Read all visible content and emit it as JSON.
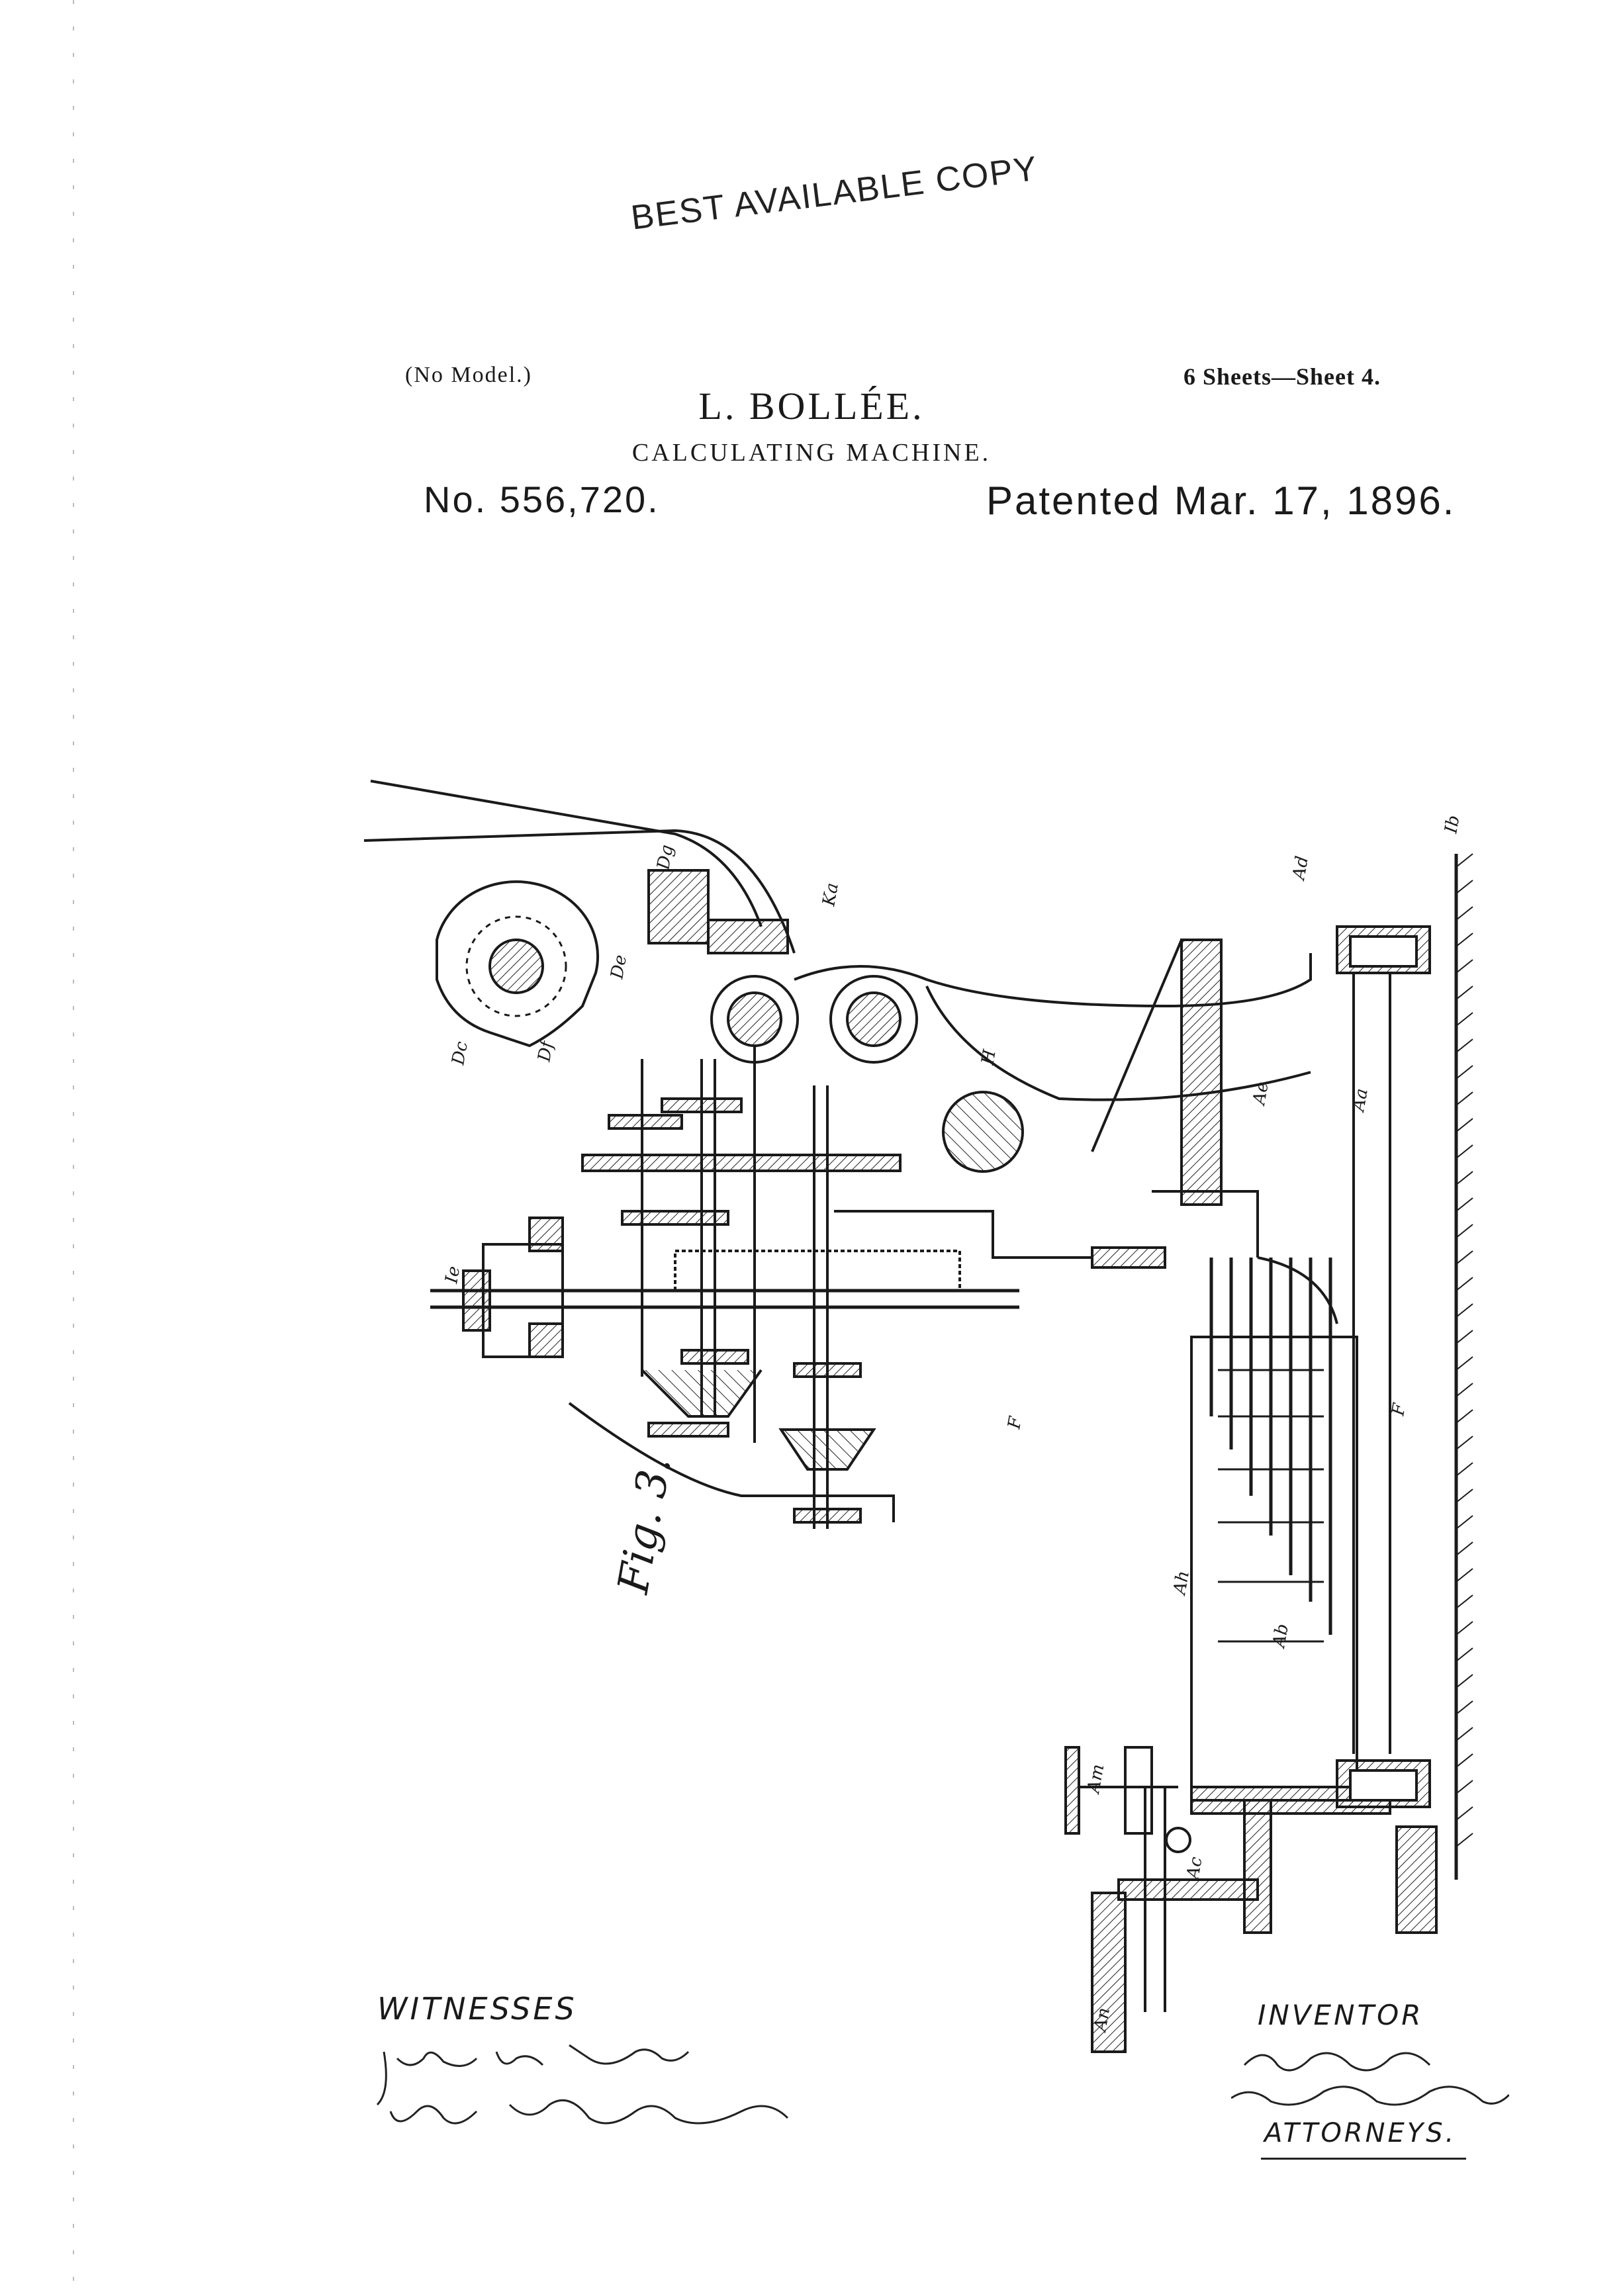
{
  "header": {
    "stamp": "BEST AVAILABLE COPY",
    "no_model": "(No Model.)",
    "sheets": "6 Sheets—Sheet 4.",
    "inventor_name": "L. BOLLÉE.",
    "title": "CALCULATING MACHINE.",
    "patent_number": "No. 556,720.",
    "patent_date": "Patented Mar. 17, 1896."
  },
  "figure": {
    "label": "Fig. 3."
  },
  "footer": {
    "witnesses_label": "WITNESSES",
    "inventor_label": "INVENTOR",
    "attorneys_label": "ATTORNEYS."
  }
}
